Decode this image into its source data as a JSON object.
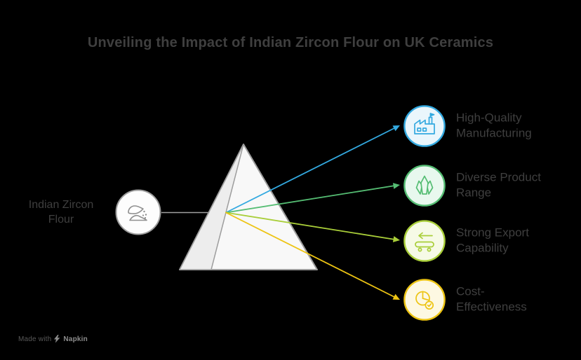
{
  "title": "Unveiling the Impact of Indian Zircon Flour on UK Ceramics",
  "source": {
    "label_line1": "Indian Zircon",
    "label_line2": "Flour",
    "icon": "hand-sprinkling-powder-icon",
    "ring_color": "#9d9d9d",
    "fill": "#fdfdfd",
    "glyph_color": "#8f8f8f"
  },
  "prism": {
    "face_fill": "#f8f8f8",
    "side_fill": "#ededed",
    "stroke": "#9d9d9d"
  },
  "outputs": [
    {
      "line1": "High-Quality",
      "line2": "Manufacturing",
      "icon": "factory-icon",
      "color": "#33a9e0",
      "fill": "#eaf6fc"
    },
    {
      "line1": "Diverse Product",
      "line2": "Range",
      "icon": "crystals-icon",
      "color": "#55bd73",
      "fill": "#e8f8ee"
    },
    {
      "line1": "Strong Export",
      "line2": "Capability",
      "icon": "conveyor-export-icon",
      "color": "#a9ce39",
      "fill": "#f6fae6"
    },
    {
      "line1": "Cost-",
      "line2": "Effectiveness",
      "icon": "coins-pie-icon",
      "color": "#edc413",
      "fill": "#fdf8e2"
    }
  ],
  "watermark": {
    "prefix": "Made with",
    "brand": "Napkin"
  },
  "colors": {
    "background": "#000000",
    "text": "#3f3f3f",
    "connector": "#a1a1a1",
    "watermark_prefix": "#585858",
    "watermark_brand": "#8c8c8c"
  }
}
